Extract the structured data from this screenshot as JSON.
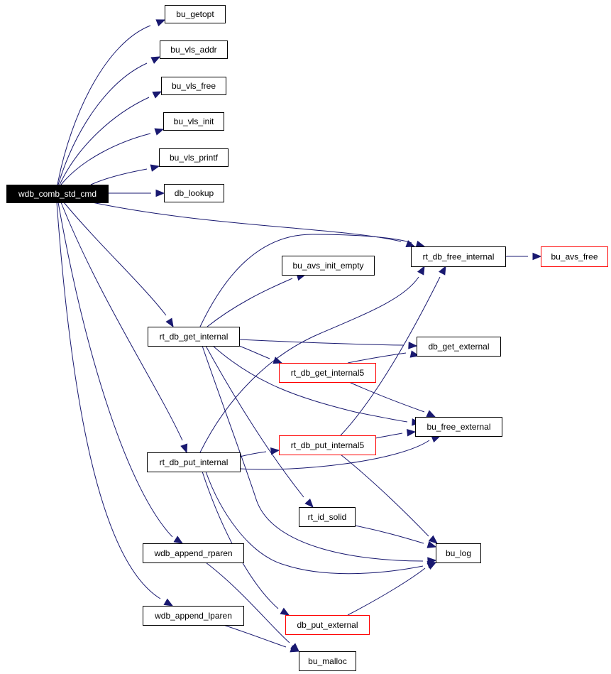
{
  "graph": {
    "nodes": [
      {
        "id": "wdb_comb_std_cmd",
        "label": "wdb_comb_std_cmd",
        "style": "root"
      },
      {
        "id": "bu_getopt",
        "label": "bu_getopt",
        "style": "normal"
      },
      {
        "id": "bu_vls_addr",
        "label": "bu_vls_addr",
        "style": "normal"
      },
      {
        "id": "bu_vls_free",
        "label": "bu_vls_free",
        "style": "normal"
      },
      {
        "id": "bu_vls_init",
        "label": "bu_vls_init",
        "style": "normal"
      },
      {
        "id": "bu_vls_printf",
        "label": "bu_vls_printf",
        "style": "normal"
      },
      {
        "id": "db_lookup",
        "label": "db_lookup",
        "style": "normal"
      },
      {
        "id": "rt_db_free_internal",
        "label": "rt_db_free_internal",
        "style": "normal"
      },
      {
        "id": "bu_avs_free",
        "label": "bu_avs_free",
        "style": "red"
      },
      {
        "id": "bu_avs_init_empty",
        "label": "bu_avs_init_empty",
        "style": "normal"
      },
      {
        "id": "rt_db_get_internal",
        "label": "rt_db_get_internal",
        "style": "normal"
      },
      {
        "id": "db_get_external",
        "label": "db_get_external",
        "style": "normal"
      },
      {
        "id": "rt_db_get_internal5",
        "label": "rt_db_get_internal5",
        "style": "red"
      },
      {
        "id": "bu_free_external",
        "label": "bu_free_external",
        "style": "normal"
      },
      {
        "id": "rt_db_put_internal",
        "label": "rt_db_put_internal",
        "style": "normal"
      },
      {
        "id": "rt_db_put_internal5",
        "label": "rt_db_put_internal5",
        "style": "red"
      },
      {
        "id": "rt_id_solid",
        "label": "rt_id_solid",
        "style": "normal"
      },
      {
        "id": "bu_log",
        "label": "bu_log",
        "style": "normal"
      },
      {
        "id": "wdb_append_rparen",
        "label": "wdb_append_rparen",
        "style": "normal"
      },
      {
        "id": "wdb_append_lparen",
        "label": "wdb_append_lparen",
        "style": "normal"
      },
      {
        "id": "db_put_external",
        "label": "db_put_external",
        "style": "red"
      },
      {
        "id": "bu_malloc",
        "label": "bu_malloc",
        "style": "normal"
      }
    ],
    "edges": [
      {
        "from": "wdb_comb_std_cmd",
        "to": "bu_getopt"
      },
      {
        "from": "wdb_comb_std_cmd",
        "to": "bu_vls_addr"
      },
      {
        "from": "wdb_comb_std_cmd",
        "to": "bu_vls_free"
      },
      {
        "from": "wdb_comb_std_cmd",
        "to": "bu_vls_init"
      },
      {
        "from": "wdb_comb_std_cmd",
        "to": "bu_vls_printf"
      },
      {
        "from": "wdb_comb_std_cmd",
        "to": "db_lookup"
      },
      {
        "from": "wdb_comb_std_cmd",
        "to": "rt_db_free_internal"
      },
      {
        "from": "wdb_comb_std_cmd",
        "to": "rt_db_get_internal"
      },
      {
        "from": "wdb_comb_std_cmd",
        "to": "rt_db_put_internal"
      },
      {
        "from": "wdb_comb_std_cmd",
        "to": "wdb_append_rparen"
      },
      {
        "from": "wdb_comb_std_cmd",
        "to": "wdb_append_lparen"
      },
      {
        "from": "rt_db_free_internal",
        "to": "bu_avs_free"
      },
      {
        "from": "rt_db_get_internal",
        "to": "bu_avs_init_empty"
      },
      {
        "from": "rt_db_get_internal",
        "to": "rt_db_free_internal"
      },
      {
        "from": "rt_db_get_internal",
        "to": "db_get_external"
      },
      {
        "from": "rt_db_get_internal",
        "to": "rt_db_get_internal5"
      },
      {
        "from": "rt_db_get_internal",
        "to": "bu_free_external"
      },
      {
        "from": "rt_db_get_internal",
        "to": "rt_id_solid"
      },
      {
        "from": "rt_db_get_internal",
        "to": "bu_log"
      },
      {
        "from": "rt_db_get_internal5",
        "to": "db_get_external"
      },
      {
        "from": "rt_db_get_internal5",
        "to": "bu_free_external"
      },
      {
        "from": "rt_db_put_internal",
        "to": "rt_db_free_internal"
      },
      {
        "from": "rt_db_put_internal",
        "to": "rt_db_put_internal5"
      },
      {
        "from": "rt_db_put_internal",
        "to": "bu_free_external"
      },
      {
        "from": "rt_db_put_internal",
        "to": "bu_log"
      },
      {
        "from": "rt_db_put_internal",
        "to": "db_put_external"
      },
      {
        "from": "rt_db_put_internal5",
        "to": "rt_db_free_internal"
      },
      {
        "from": "rt_db_put_internal5",
        "to": "bu_free_external"
      },
      {
        "from": "rt_db_put_internal5",
        "to": "bu_log"
      },
      {
        "from": "rt_id_solid",
        "to": "bu_log"
      },
      {
        "from": "db_put_external",
        "to": "bu_log"
      },
      {
        "from": "wdb_append_rparen",
        "to": "bu_malloc"
      },
      {
        "from": "wdb_append_lparen",
        "to": "bu_malloc"
      }
    ],
    "colors": {
      "edge": "#191970",
      "node_border": "#000000",
      "node_border_red": "#ff0000",
      "root_fill": "#000000",
      "root_text": "#ffffff"
    }
  }
}
